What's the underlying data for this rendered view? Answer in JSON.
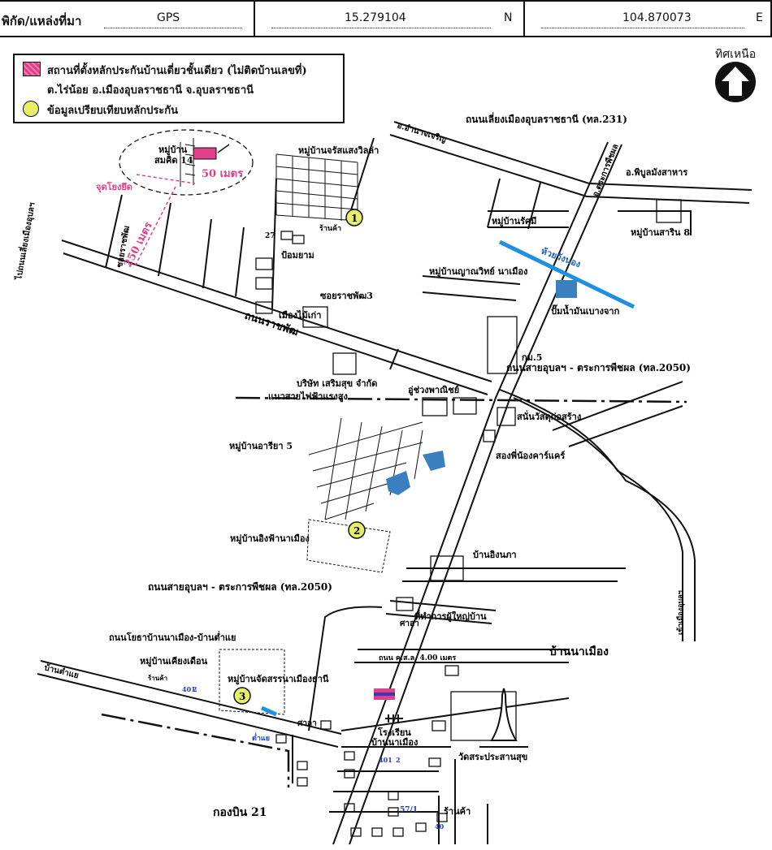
{
  "header": {
    "label": "พิกัด/แหล่งที่มา",
    "source": "GPS",
    "latitude": "15.279104",
    "lat_dir": "N",
    "longitude": "104.870073",
    "lon_dir": "E"
  },
  "legend": {
    "collateral_line1": "สถานที่ตั้งหลักประกันบ้านเดี่ยวชั้นเดียว (ไม่ติดบ้านเลขที่)",
    "collateral_line2": "ต.ไร่น้อย อ.เมืองอุบลราชธานี จ.อุบลราชธานี",
    "comparable": "ข้อมูลเปรียบเทียบหลักประกัน",
    "collateral_color": "#e0408a",
    "comparable_color": "#e6ee6a"
  },
  "north": {
    "label": "ทิศเหนือ",
    "icon": "north-arrow-icon"
  },
  "map": {
    "moo_somkid": "หมู่บ้าน",
    "moo_somkid2": "สมคิด 14",
    "dist_50": "50 เมตร",
    "dist_250": "250 เมตร",
    "ref_point": "จุดโยงยึด",
    "moo_jarat": "หมู่บ้านจรัสแสงวิลล่า",
    "shop1": "ร้านค้า",
    "num27": "27",
    "pomyam": "ป้อมยาม",
    "soi_rachaphat": "ซอยราชพัฒ",
    "to_ubon": "ไปถนนเลี่ยงเมืองอุบลฯ",
    "soi_rachaphat3": "ซอยราชพัฒ3",
    "mueang_mai": "เมืองไม้เก่า",
    "road_rachaphat": "ถนนราชพัฒ",
    "road_bypass": "ถนนเลี่ยงเมืองอุบลราชธานี (ทล.231)",
    "amnat": "อ.อำนาจเจริญ",
    "trakan": "อ.ตระการพืชผล",
    "phibun": "อ.พิบูลมังสาหาร",
    "moo_ratsami": "หมู่บ้านรัศมี",
    "moo_sarin": "หมู่บ้านสาริน 8",
    "huai": "ห้วยวังนอง",
    "moo_yan": "หมู่บ้านญาณวิทย์ นาเมือง",
    "gas_station": "ปั๊มน้ำมันเบางจาก",
    "km5": "กม.5",
    "road_2050_top": "ถนนสายอุบลฯ - ตระการพืชผล (ทล.2050)",
    "company": "บริษัท เสริมสุข จำกัด",
    "power_line": "แนวสายไฟฟ้าแรงสูง",
    "khuang": "อู่ช่วงพาณิชย์",
    "wat_dukdam": "สนั่นวัสดุก่อสร้าง",
    "song_phinong": "สองพี่น้องคาร์แคร์",
    "moo_ariya": "หมู่บ้านอารียา 5",
    "moo_ing": "หมู่บ้านอิงฟ้านาเมือง",
    "ban_ing": "บ้านอิงนภา",
    "road_2050_mid": "ถนนสายอุบลฯ - ตระการพืชผล (ทล.2050)",
    "phuyai": "ที่ทำการผู้ใหญ่บ้าน",
    "sala": "ศาลา",
    "road_nameuang": "ถนนโยธาบ้านนาเมือง-บ้านต่ำแย",
    "ban_tamyae": "บ้านต่ำแย",
    "moo_khiang": "หมู่บ้านเคียงเดือน",
    "shop2": "ร้านค้า",
    "moo_chat": "หมู่บ้านจัดสรรนาเมืองธานี",
    "num_2": "2",
    "road_kso": "ถนน ค.ส.ล. 4.00 เมตร",
    "ban_nameuang": "บ้านนาเมือง",
    "school1": "โรงเรียน",
    "school2": "บ้านนาเมือง",
    "wat": "วัดสระประสานสุข",
    "to_mueang": "เข้าเมืองอุบลฯ",
    "kong_bin": "กองบิน 21",
    "sala2": "ศาลา",
    "num401": "401",
    "num571": "57/1",
    "shop3": "ร้านค้า",
    "num40": "40",
    "num401b": "401",
    "num2b": "2",
    "tamyae_lbl": "ต่ำแย",
    "marker1": "1",
    "marker2": "2",
    "marker3": "3"
  },
  "colors": {
    "road": "#111111",
    "river": "#1e90e0",
    "pink": "#e0408a",
    "pond": "#3a7fc0"
  }
}
